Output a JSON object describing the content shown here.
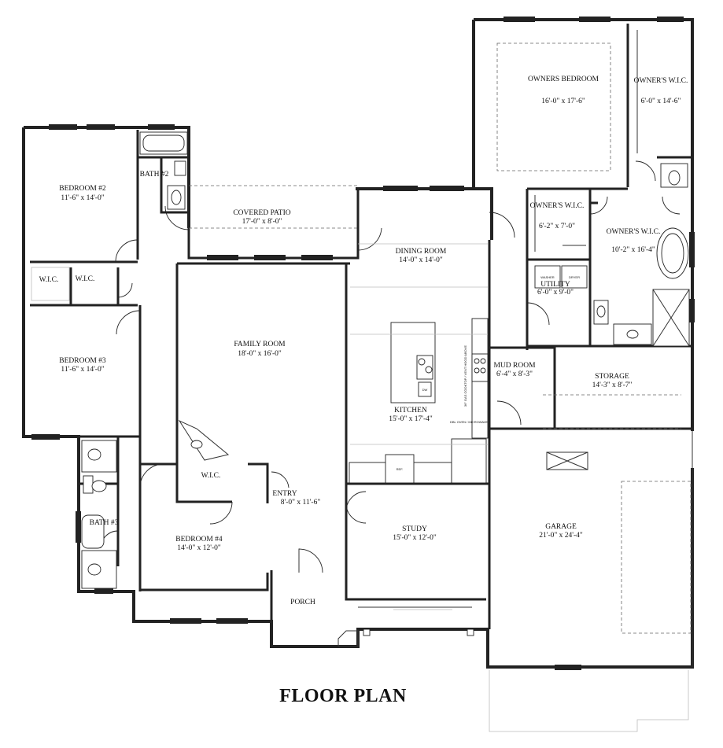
{
  "title": "FLOOR PLAN",
  "rooms": {
    "owners_bedroom": {
      "name": "OWNERS BEDROOM",
      "size": "16'-0\" x 17'-6\""
    },
    "owners_wic_top": {
      "name": "OWNER'S W.I.C.",
      "size": "6'-0\" x 14'-6\""
    },
    "owners_wic_small": {
      "name": "OWNER'S W.I.C.",
      "size": "6'-2\" x 7'-0\""
    },
    "owners_wic_bath": {
      "name": "OWNER'S W.I.C.",
      "size": "10'-2\" x 16'-4\""
    },
    "utility": {
      "name": "UTILITY",
      "size": "6'-0\" x 9'-0\""
    },
    "bedroom2": {
      "name": "BEDROOM #2",
      "size": "11'-6\" x 14'-0\""
    },
    "bath2": {
      "name": "BATH #2"
    },
    "covered_patio": {
      "name": "COVERED PATIO",
      "size": "17'-0\" x 8'-0\""
    },
    "dining_room": {
      "name": "DINING ROOM",
      "size": "14'-0\" x 14'-0\""
    },
    "wic_left": {
      "name": "W.I.C."
    },
    "wic_right": {
      "name": "W.I.C."
    },
    "family_room": {
      "name": "FAMILY ROOM",
      "size": "18'-0\" x 16'-0\""
    },
    "bedroom3": {
      "name": "BEDROOM #3",
      "size": "11'-6\" x 14'-0\""
    },
    "kitchen": {
      "name": "KITCHEN",
      "size": "15'-0\" x 17'-4\""
    },
    "mud_room": {
      "name": "MUD ROOM",
      "size": "6'-4\" x 8'-3\""
    },
    "storage": {
      "name": "STORAGE",
      "size": "14'-3\" x 8'-7\""
    },
    "wic_entry": {
      "name": "W.I.C."
    },
    "entry": {
      "name": "ENTRY",
      "size": "8'-0\" x 11'-6\""
    },
    "bath3": {
      "name": "BATH #3"
    },
    "bedroom4": {
      "name": "BEDROOM #4",
      "size": "14'-0\" x 12'-0\""
    },
    "study": {
      "name": "STUDY",
      "size": "15'-0\" x 12'-0\""
    },
    "garage": {
      "name": "GARAGE",
      "size": "21'-0\" x 24'-4\""
    },
    "porch": {
      "name": "PORCH"
    }
  },
  "fixture_labels": {
    "ref": "REF.",
    "dw": "DW",
    "washer": "WASHER",
    "dryer": "DRYER",
    "cooktop": "36\" GAS COOKTOP / VENT HOOD ABOVE",
    "oven": "DBL OVEN / MICROWAVE"
  }
}
